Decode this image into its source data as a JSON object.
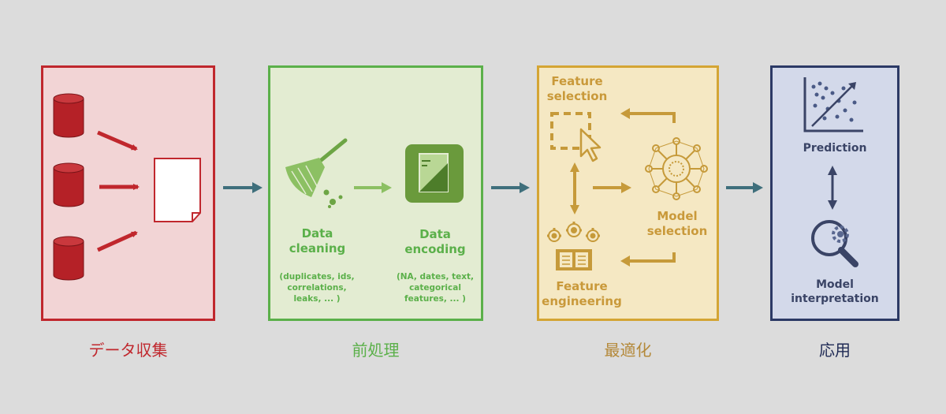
{
  "stages": [
    {
      "label": "データ収集",
      "color": "#c0272d"
    },
    {
      "label": "前処理",
      "color": "#5bb04a"
    },
    {
      "label": "最適化",
      "color": "#b4893a"
    },
    {
      "label": "応用",
      "color": "#1f2a55"
    }
  ],
  "preprocessing": {
    "cleaning_title": "Data\ncleaning",
    "cleaning_note": "(duplicates, ids,\ncorrelations,\nleaks, ... )",
    "encoding_title": "Data\nencoding",
    "encoding_note": "(NA, dates, text,\ncategorical\nfeatures, ... )"
  },
  "optimization": {
    "feature_selection": "Feature\nselection",
    "model_selection": "Model\nselection",
    "feature_engineering": "Feature\nengineering"
  },
  "application": {
    "prediction": "Prediction",
    "interpretation": "Model\ninterpretation"
  },
  "icons": [
    "database-icon",
    "document-icon",
    "broom-icon",
    "encoding-file-icon",
    "selection-cursor-icon",
    "neural-network-icon",
    "gears-book-icon",
    "scatter-plot-icon",
    "magnifier-gear-icon"
  ]
}
